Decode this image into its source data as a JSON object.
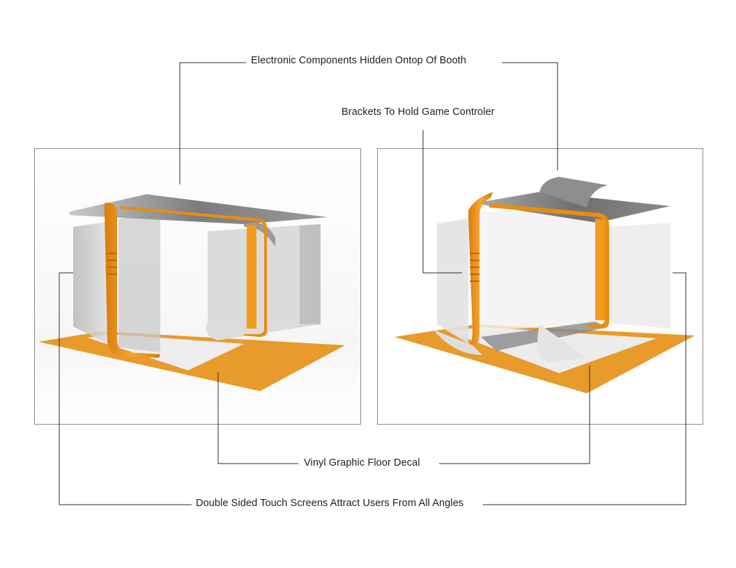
{
  "labels": {
    "electronics": "Electronic Components Hidden Ontop Of Booth",
    "brackets": "Brackets To Hold Game Controler",
    "floor_decal": "Vinyl Graphic Floor Decal",
    "touch_screens": "Double Sided Touch Screens Attract Users From All Angles"
  },
  "colors": {
    "accent": "#f39a1a",
    "floor": "#e89a2a",
    "frame_border": "#8a8a8a",
    "leader_line": "#2a2a2a"
  }
}
